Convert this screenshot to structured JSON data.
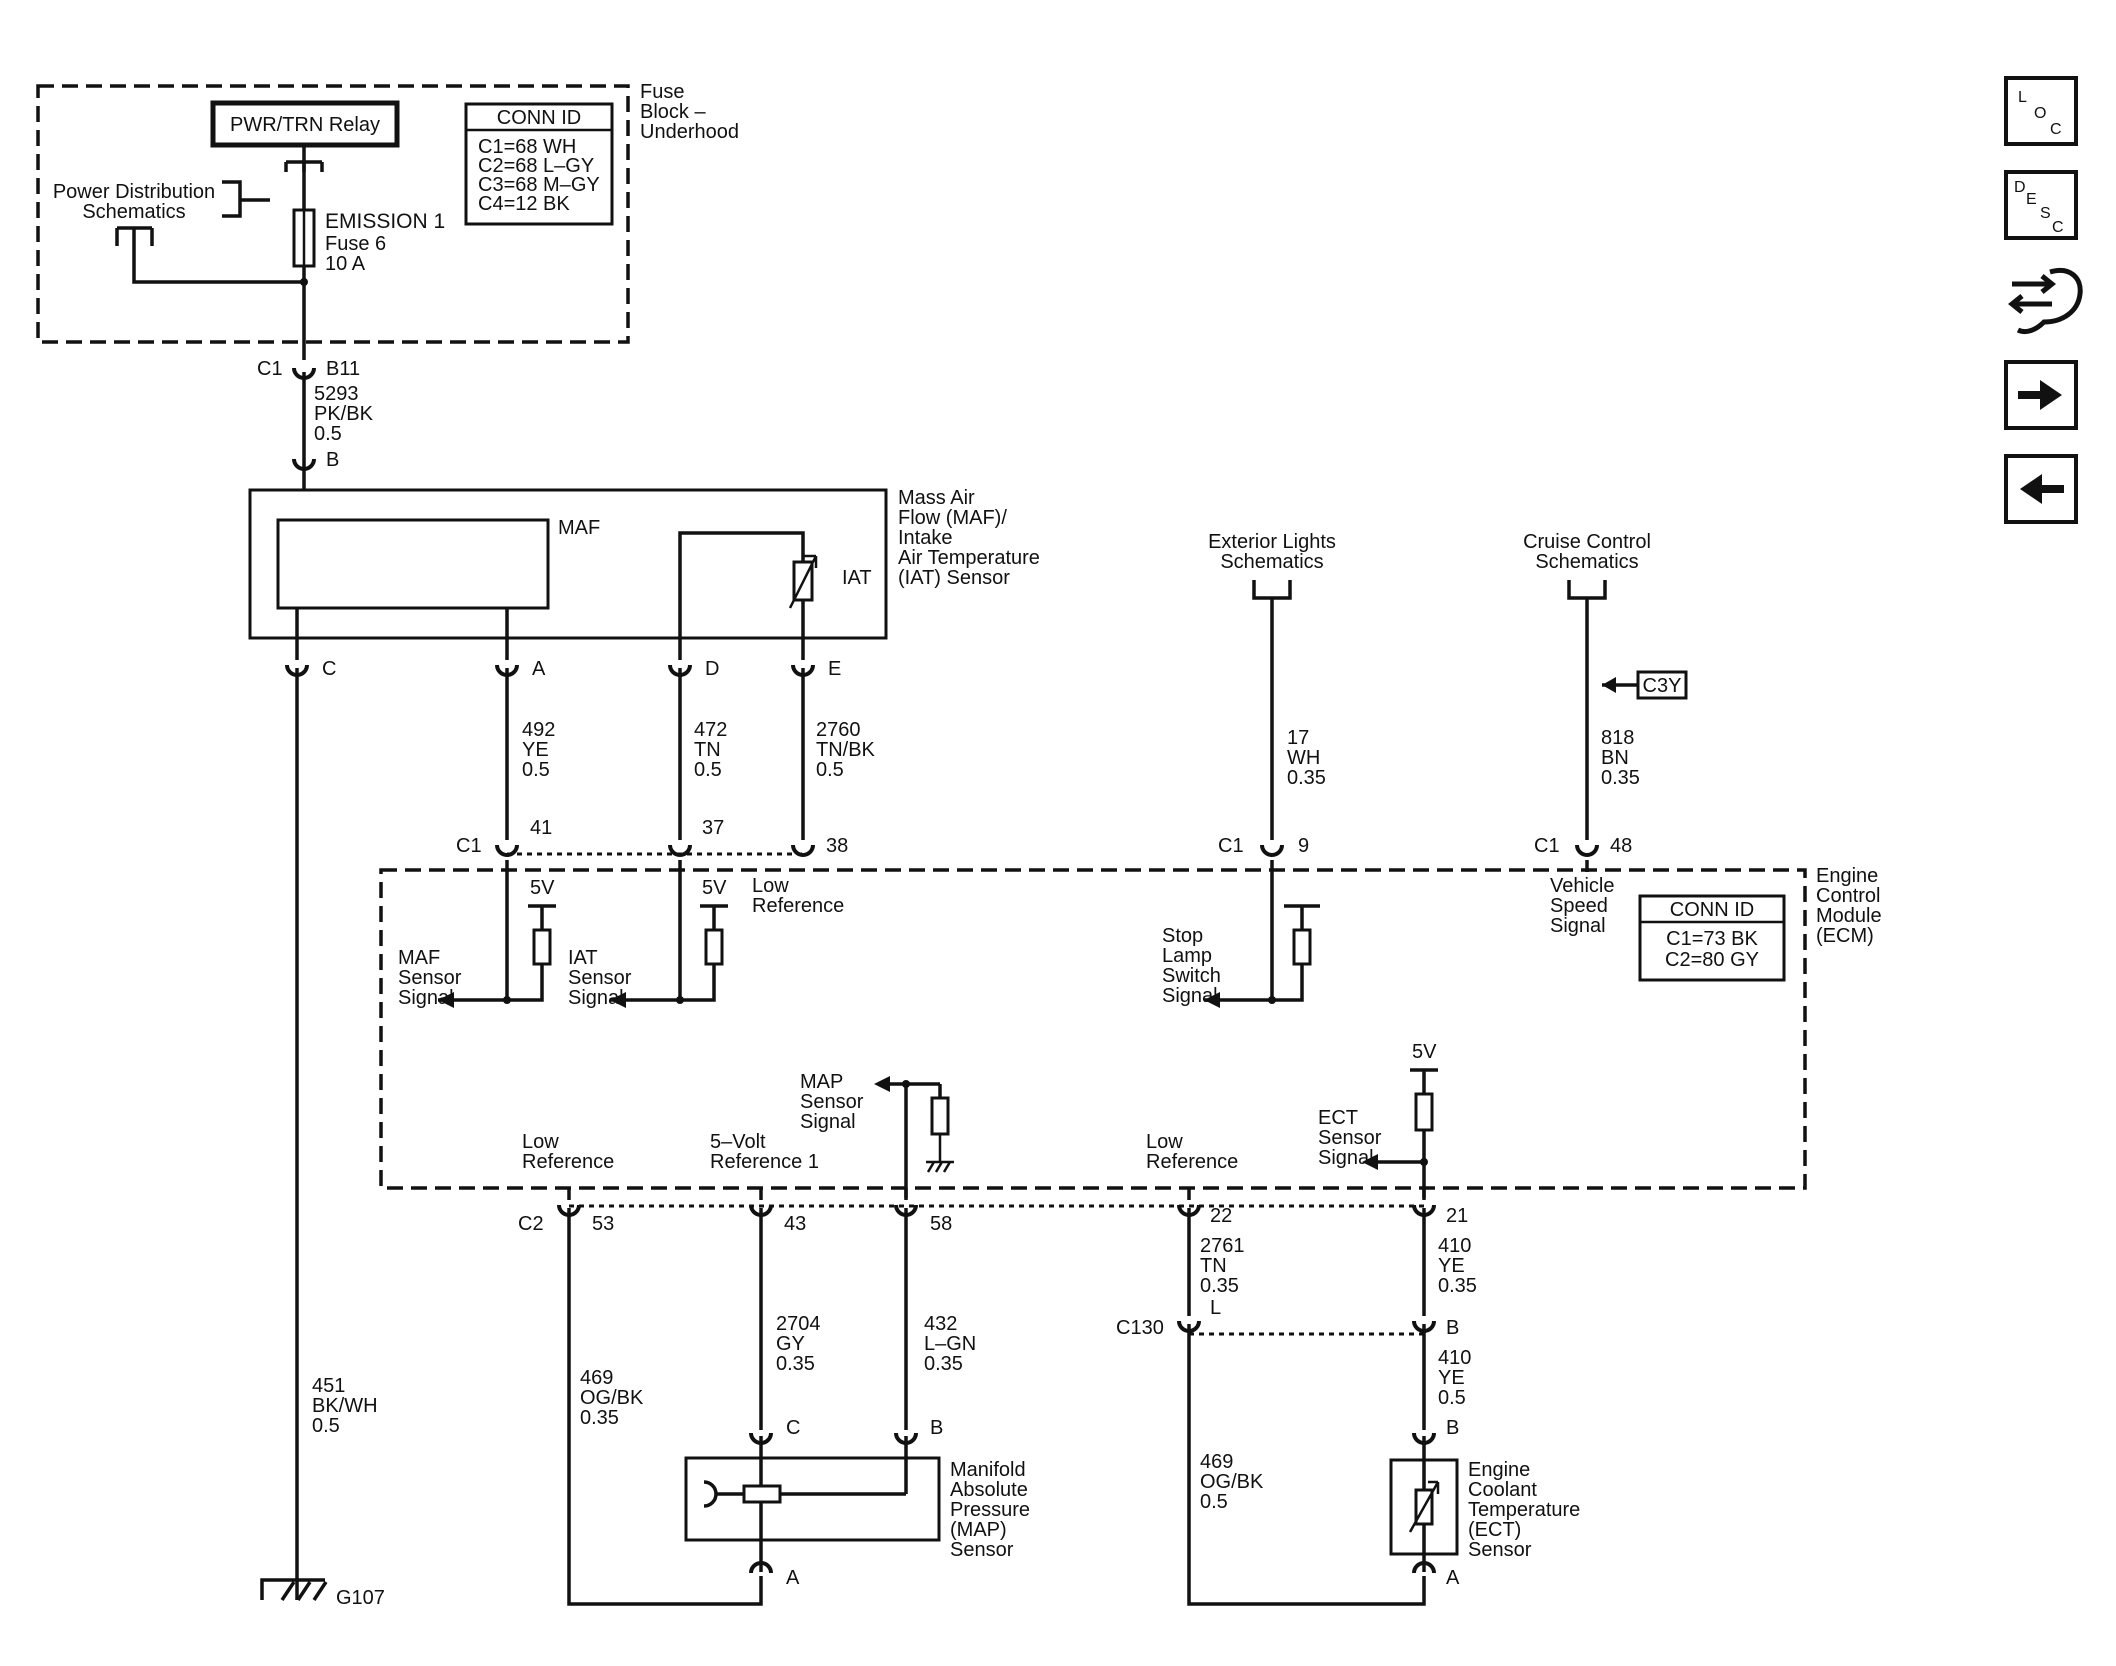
{
  "fuse_block": {
    "label": [
      "Fuse",
      "Block –",
      "Underhood"
    ],
    "relay": "PWR/TRN Relay",
    "power_dist": [
      "Power Distribution",
      "Schematics"
    ],
    "fuse_name": "EMISSION 1",
    "fuse_num": "Fuse 6",
    "fuse_amp": "10 A",
    "conn_title": "CONN ID",
    "conn_rows": [
      "C1=68 WH",
      "C2=68 L–GY",
      "C3=68 M–GY",
      "C4=12 BK"
    ]
  },
  "fuse_out": {
    "conn": "C1",
    "pin": "B11",
    "circuit": "5293",
    "color": "PK/BK",
    "gauge": "0.5"
  },
  "maf_sensor": {
    "pin_b": "B",
    "label": [
      "Mass Air",
      "Flow (MAF)/",
      "Intake",
      "Air Temperature",
      "(IAT) Sensor"
    ],
    "maf_label": "MAF",
    "iat_label": "IAT",
    "pins": [
      "C",
      "A",
      "D",
      "E"
    ]
  },
  "wires_top": [
    {
      "circuit": "492",
      "color": "YE",
      "gauge": "0.5"
    },
    {
      "circuit": "472",
      "color": "TN",
      "gauge": "0.5"
    },
    {
      "circuit": "2760",
      "color": "TN/BK",
      "gauge": "0.5"
    },
    {
      "circuit": "17",
      "color": "WH",
      "gauge": "0.35"
    },
    {
      "circuit": "818",
      "color": "BN",
      "gauge": "0.35"
    }
  ],
  "ground_wire": {
    "circuit": "451",
    "color": "BK/WH",
    "gauge": "0.5",
    "ground": "G107"
  },
  "ecm_top_pins": {
    "c1a": "C1",
    "p41": "41",
    "p37": "37",
    "p38": "38",
    "c1b": "C1",
    "p9": "9",
    "c1c": "C1",
    "p48": "48"
  },
  "schematics": {
    "exterior": [
      "Exterior Lights",
      "Schematics"
    ],
    "cruise": [
      "Cruise Control",
      "Schematics"
    ],
    "c3y": "C3Y"
  },
  "ecm": {
    "label": [
      "Engine",
      "Control",
      "Module",
      "(ECM)"
    ],
    "conn_title": "CONN ID",
    "conn_rows": [
      "C1=73 BK",
      "C2=80 GY"
    ],
    "v5": "5V",
    "maf_signal": [
      "MAF",
      "Sensor",
      "Signal"
    ],
    "iat_signal": [
      "IAT",
      "Sensor",
      "Signal"
    ],
    "low_ref_top": [
      "Low",
      "Reference"
    ],
    "stop_lamp": [
      "Stop",
      "Lamp",
      "Switch",
      "Signal"
    ],
    "vss": [
      "Vehicle",
      "Speed",
      "Signal"
    ],
    "map_signal": [
      "MAP",
      "Sensor",
      "Signal"
    ],
    "ect_signal": [
      "ECT",
      "Sensor",
      "Signal"
    ],
    "low_ref_1": [
      "Low",
      "Reference"
    ],
    "five_volt": [
      "5–Volt",
      "Reference 1"
    ],
    "low_ref_2": [
      "Low",
      "Reference"
    ]
  },
  "ecm_bottom_pins": {
    "c2": "C2",
    "p53": "53",
    "p43": "43",
    "p58": "58",
    "p22": "22",
    "p21": "21"
  },
  "wires_bottom": [
    {
      "circuit": "469",
      "color": "OG/BK",
      "gauge": "0.35"
    },
    {
      "circuit": "2704",
      "color": "GY",
      "gauge": "0.35"
    },
    {
      "circuit": "432",
      "color": "L–GN",
      "gauge": "0.35"
    },
    {
      "circuit": "2761",
      "color": "TN",
      "gauge": "0.35"
    },
    {
      "circuit": "410",
      "color": "YE",
      "gauge": "0.35"
    },
    {
      "circuit": "469",
      "color": "OG/BK",
      "gauge": "0.5"
    },
    {
      "circuit": "410",
      "color": "YE",
      "gauge": "0.5"
    }
  ],
  "c130": {
    "conn": "C130",
    "pin_l": "L",
    "pin_b": "B"
  },
  "map_sensor": {
    "label": [
      "Manifold",
      "Absolute",
      "Pressure",
      "(MAP)",
      "Sensor"
    ],
    "pin_c": "C",
    "pin_b": "B",
    "pin_a": "A"
  },
  "ect_sensor": {
    "label": [
      "Engine",
      "Coolant",
      "Temperature",
      "(ECT)",
      "Sensor"
    ],
    "pin_b": "B",
    "pin_a": "A"
  },
  "nav": {
    "loc": [
      "L",
      "O",
      "C"
    ],
    "desc": [
      "D",
      "E",
      "S",
      "C"
    ]
  }
}
